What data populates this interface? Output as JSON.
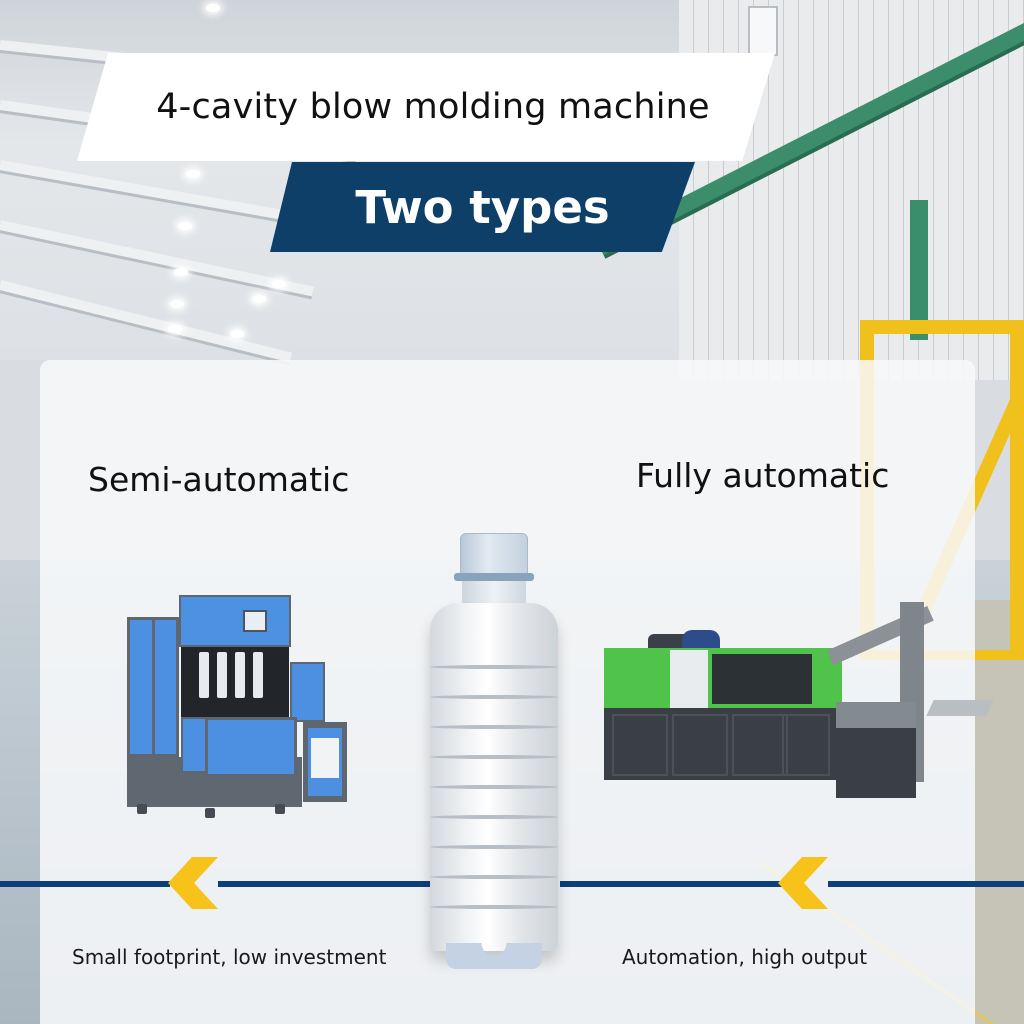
{
  "header": {
    "title": "4-cavity blow molding machine",
    "subtitle": "Two types"
  },
  "types": [
    {
      "name": "Semi-automatic",
      "feature": "Small footprint, low investment",
      "image": "semi-automatic-blow-molding-machine"
    },
    {
      "name": "Fully automatic",
      "feature": "Automation, high output",
      "image": "fully-automatic-blow-molding-machine"
    }
  ],
  "center_image": "pet-bottle",
  "icons": {
    "arrow_left": "chevron-left-icon",
    "arrow_right": "chevron-left-icon"
  },
  "colors": {
    "navy": "#0e3f69",
    "line": "#0e3f7a",
    "chevron": "#f7c21a",
    "machine_blue": "#4d8fe0",
    "machine_green": "#4fc34a",
    "text": "#111111"
  }
}
